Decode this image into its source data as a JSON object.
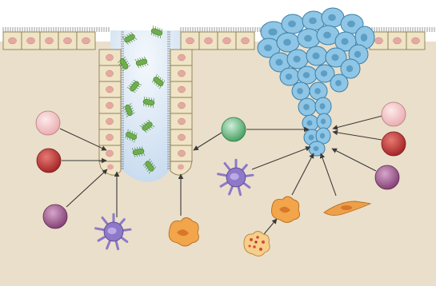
{
  "figure": {
    "labels": [],
    "colors": {
      "tissue": "#eadfca",
      "tissue_edge": "#b8a583",
      "epithelium_fill": "#efe4c6",
      "epithelium_edge": "#8b7d55",
      "nucleus": "#e6a9a2",
      "lumen": "#dce8f5",
      "bacteria": "#6fae4c",
      "tumor_cell": "#8fc6e6",
      "tumor_edge": "#3a7fa8",
      "tumor_nucleus": "#5d9ec5",
      "pink_cell": "#f3c4c4",
      "red_cell": "#c64040",
      "purple_cell": "#a05a90",
      "green_cell": "#74bf8a",
      "dendritic_cell": "#8e78c8",
      "macrophage": "#f2a54a",
      "spotted_cell": "#f6cf8a",
      "fibroblast": "#eda04a",
      "arrow": "#3a3a3a"
    },
    "icons": [
      "crypt-epithelium",
      "tumor-mass",
      "bacteria",
      "lymphocyte",
      "plasma-cell",
      "eosinophil",
      "regulatory-cell",
      "dendritic-cell",
      "macrophage",
      "granulocyte",
      "fibroblast"
    ]
  }
}
